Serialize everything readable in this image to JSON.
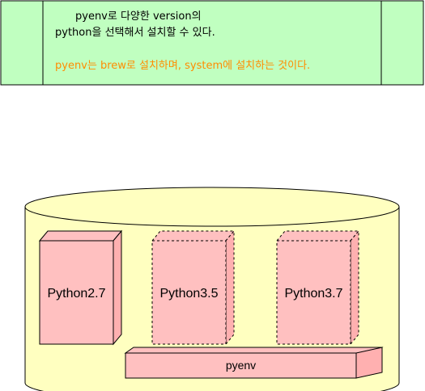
{
  "note": {
    "line1": "pyenv로 다양한 version의",
    "line2": "python을 선택해서 설치할 수 있다.",
    "line3": "pyenv는 brew로 설치하며, system에 설치하는 것이다."
  },
  "boxes": {
    "python27": "Python2.7",
    "python35": "Python3.5",
    "python37": "Python3.7"
  },
  "pyenv_bar": {
    "label": "pyenv"
  },
  "colors": {
    "note_fill": "#c0ffc0",
    "highlight_text": "#ff8c00",
    "cylinder_fill": "#ffffc0",
    "box_fill": "#ffc0c0",
    "box_side": "#ffb0b0",
    "outline": "#000000"
  }
}
